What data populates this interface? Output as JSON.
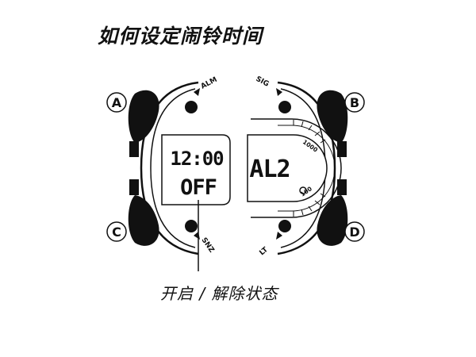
{
  "title": "如何设定闹铃时间",
  "caption": "开启 / 解除状态",
  "buttons": {
    "a": "A",
    "b": "B",
    "c": "C",
    "d": "D"
  },
  "button_labels": {
    "alm": "ALM",
    "sig": "SIG",
    "snz": "SNZ",
    "lt": "LT"
  },
  "left_display": {
    "time": "12:00",
    "status": "OFF"
  },
  "right_display": {
    "mode": "AL2"
  },
  "bezel_marks": {
    "upper": "1000",
    "lower": "100"
  }
}
